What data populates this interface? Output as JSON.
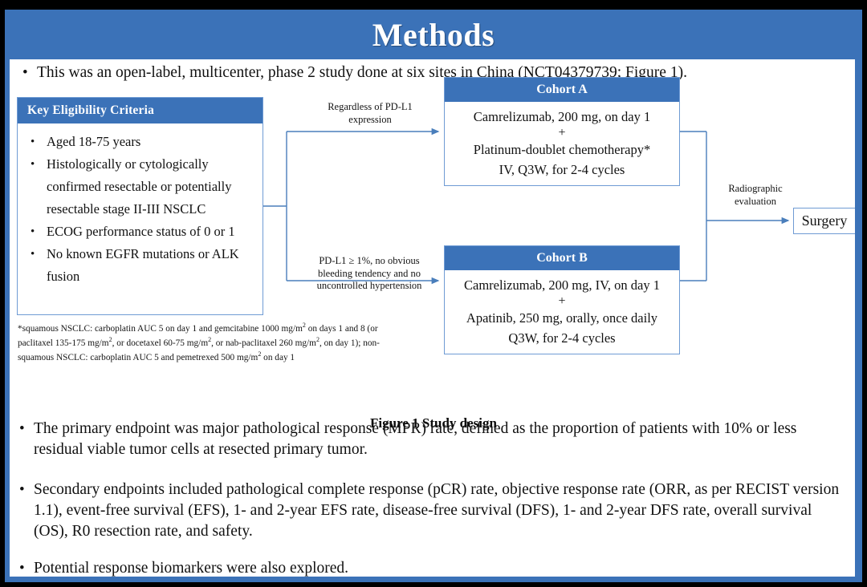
{
  "slide": {
    "title": "Methods",
    "accent_blue": "#3B72B8",
    "box_border_blue": "#6F9BD4",
    "background": "#000000",
    "content_background": "#FFFFFF"
  },
  "bullets": {
    "intro": "This was an open-label, multicenter, phase 2 study done at six sites in China (NCT04379739; Figure 1).",
    "primary_endpoint": "The primary endpoint was major pathological response (MPR) rate, defined as the proportion of patients with 10% or less residual viable tumor cells at resected primary tumor.",
    "secondary_endpoints": "Secondary endpoints included pathological complete response (pCR) rate, objective response rate (ORR, as per RECIST version 1.1), event-free survival (EFS), 1- and 2-year EFS rate, disease-free survival (DFS), 1- and 2-year DFS rate, overall survival (OS), R0 resection rate, and safety.",
    "biomarkers": "Potential response biomarkers were also explored.",
    "marker": "•"
  },
  "figure": {
    "caption": "Figure 1 Study design",
    "eligibility": {
      "header": "Key  Eligibility Criteria",
      "items": [
        "Aged 18-75 years",
        "Histologically or cytologically confirmed resectable or potentially resectable stage II-III  NSCLC",
        "ECOG performance status of 0 or 1",
        "No known EGFR mutations or ALK fusion"
      ]
    },
    "footnote_lines": [
      "*squamous NSCLC: carboplatin AUC 5 on day 1 and gemcitabine 1000 mg/m2 on days 1 and 8 (or",
      "paclitaxel 135-175 mg/m2, or docetaxel 60-75 mg/m2, or nab-paclitaxel 260 mg/m2, on day 1); non-",
      "squamous NSCLC: carboplatin AUC 5 and pemetrexed 500 mg/m2 on day 1"
    ],
    "cohort_a": {
      "header": "Cohort A",
      "line1": "Camrelizumab, 200 mg, on day 1",
      "plus": "+",
      "line2": "Platinum-doublet chemotherapy*",
      "line3": "IV, Q3W, for 2-4 cycles"
    },
    "cohort_b": {
      "header": "Cohort B",
      "line1": "Camrelizumab, 200 mg, IV, on day 1",
      "plus": "+",
      "line2": "Apatinib, 250 mg, orally, once daily",
      "line3": "Q3W, for 2-4 cycles"
    },
    "labels": {
      "regardless_line1": "Regardless  of PD-L1",
      "regardless_line2": "expression",
      "pdl1_line1": "PD-L1 ≥ 1%, no obvious",
      "pdl1_line2": "bleeding tendency  and no",
      "pdl1_line3": "uncontrolled  hypertension",
      "radiographic_line1": "Radiographic",
      "radiographic_line2": "evaluation"
    },
    "surgery": {
      "label": "Surgery"
    }
  }
}
